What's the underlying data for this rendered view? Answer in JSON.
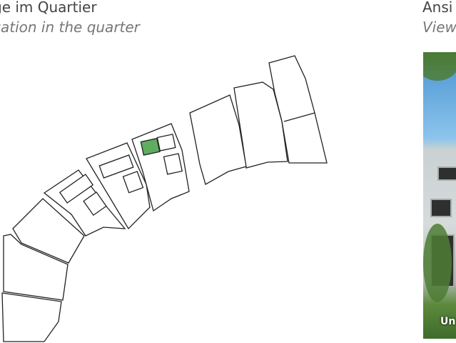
{
  "left": {
    "title": "ge im Quartier",
    "subtitle": "cation in the quarter"
  },
  "right": {
    "title": "Ansi",
    "subtitle": "View",
    "photo_caption": "Un"
  },
  "colors": {
    "highlight": "#5fad5f",
    "outline": "#222222"
  }
}
